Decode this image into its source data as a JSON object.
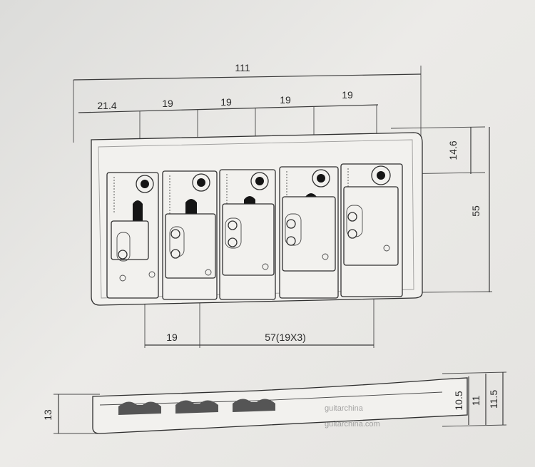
{
  "top_view": {
    "overall_width": "111",
    "first_offset": "21.4",
    "spacings": [
      "19",
      "19",
      "19",
      "19"
    ],
    "screw_offset": "14.6",
    "height": "55",
    "bottom_left": "19",
    "bottom_right": "57(19X3)"
  },
  "side_view": {
    "left_height": "13",
    "right_heights": [
      "10.5",
      "11",
      "11.5"
    ]
  },
  "watermark": {
    "line1": "guitarchina",
    "line2": "guitarchina.com"
  }
}
